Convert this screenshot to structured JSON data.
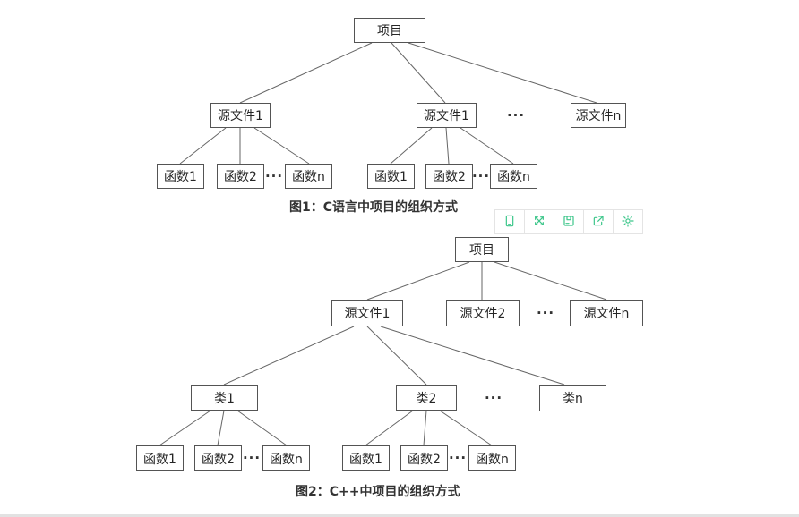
{
  "figure1": {
    "caption": "图1：C语言中项目的组织方式",
    "nodes": {
      "root": "项目",
      "source1": "源文件1",
      "source2": "源文件1",
      "sourceN": "源文件n",
      "group1": {
        "f1": "函数1",
        "f2": "函数2",
        "fn": "函数n"
      },
      "group2": {
        "f1": "函数1",
        "f2": "函数2",
        "fn": "函数n"
      }
    }
  },
  "figure2": {
    "caption": "图2：C++中项目的组织方式",
    "nodes": {
      "root": "项目",
      "source1": "源文件1",
      "source2": "源文件2",
      "sourceN": "源文件n",
      "class1": "类1",
      "class2": "类2",
      "classN": "类n",
      "group1": {
        "f1": "函数1",
        "f2": "函数2",
        "fn": "函数n"
      },
      "group2": {
        "f1": "函数1",
        "f2": "函数2",
        "fn": "函数n"
      }
    }
  },
  "ellipsis": "···",
  "toolbar": {
    "buttons": [
      {
        "icon": "mobile-preview-icon"
      },
      {
        "icon": "fullscreen-icon"
      },
      {
        "icon": "save-icon"
      },
      {
        "icon": "share-icon"
      },
      {
        "icon": "settings-icon"
      }
    ],
    "accent_color": "#3cc68a"
  },
  "colors": {
    "node_border": "#545454",
    "connector_line": "#666666",
    "text": "#262626",
    "toolbar_border": "#e4e4e4",
    "accent_green": "#3cc68a",
    "divider": "#e2e2e2"
  }
}
